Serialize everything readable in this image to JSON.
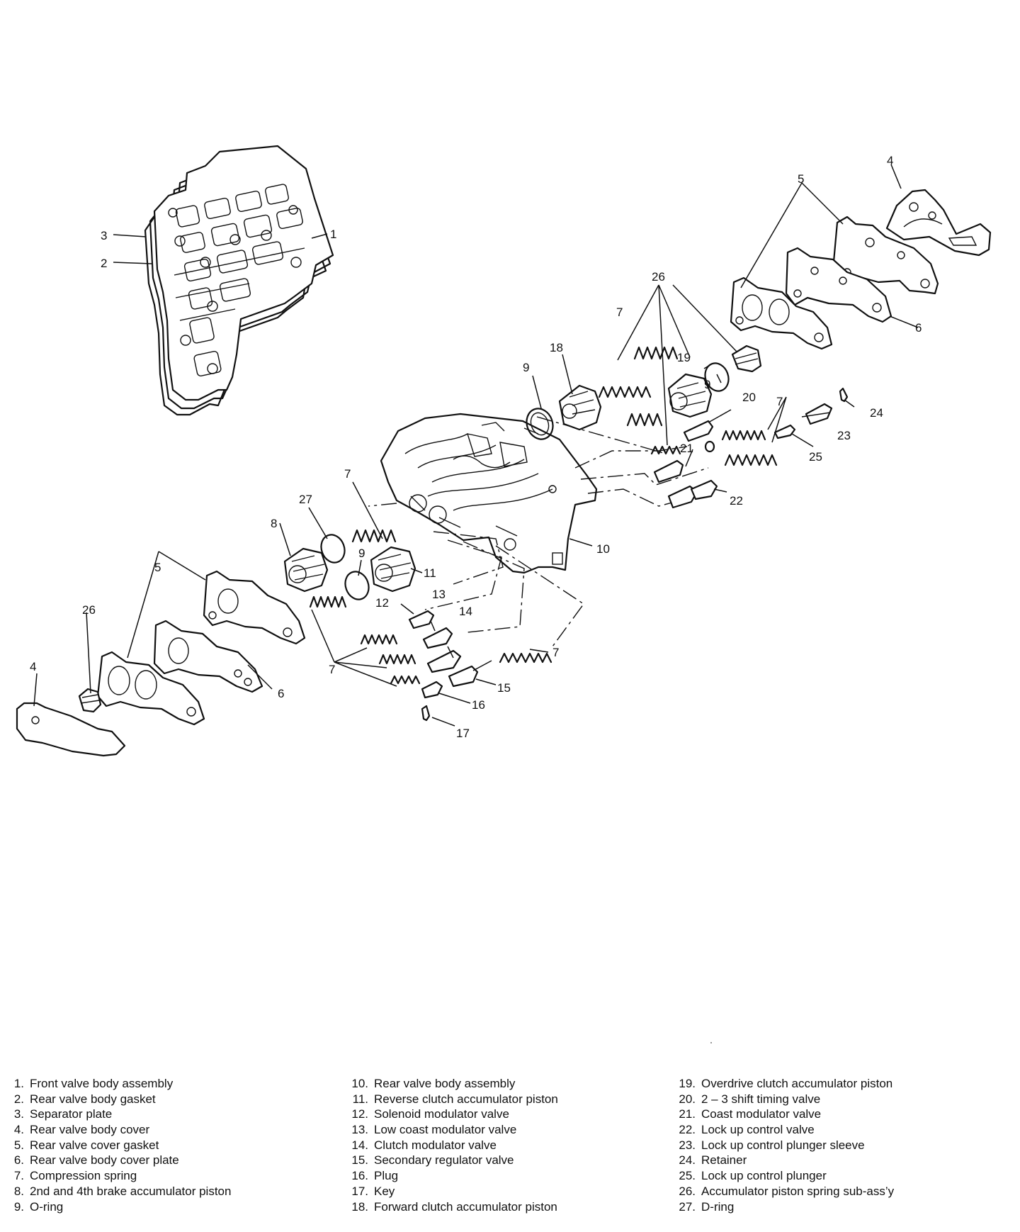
{
  "callouts": [
    {
      "id": "1",
      "text": "1"
    },
    {
      "id": "2",
      "text": "2"
    },
    {
      "id": "3",
      "text": "3"
    },
    {
      "id": "4",
      "text": "4"
    },
    {
      "id": "5",
      "text": "5"
    },
    {
      "id": "6",
      "text": "6"
    },
    {
      "id": "7",
      "text": "7"
    },
    {
      "id": "8",
      "text": "8"
    },
    {
      "id": "9",
      "text": "9"
    },
    {
      "id": "10",
      "text": "10"
    },
    {
      "id": "11",
      "text": "11"
    },
    {
      "id": "12",
      "text": "12"
    },
    {
      "id": "13",
      "text": "13"
    },
    {
      "id": "14",
      "text": "14"
    },
    {
      "id": "15",
      "text": "15"
    },
    {
      "id": "16",
      "text": "16"
    },
    {
      "id": "17",
      "text": "17"
    },
    {
      "id": "18",
      "text": "18"
    },
    {
      "id": "19",
      "text": "19"
    },
    {
      "id": "20",
      "text": "20"
    },
    {
      "id": "21",
      "text": "21"
    },
    {
      "id": "22",
      "text": "22"
    },
    {
      "id": "23",
      "text": "23"
    },
    {
      "id": "24",
      "text": "24"
    },
    {
      "id": "25",
      "text": "25"
    },
    {
      "id": "26",
      "text": "26"
    },
    {
      "id": "27",
      "text": "27"
    }
  ],
  "legend": {
    "columns": [
      [
        {
          "num": "1.",
          "label": "Front valve body assembly"
        },
        {
          "num": "2.",
          "label": "Rear valve body gasket"
        },
        {
          "num": "3.",
          "label": "Separator plate"
        },
        {
          "num": "4.",
          "label": "Rear valve body cover"
        },
        {
          "num": "5.",
          "label": "Rear valve cover gasket"
        },
        {
          "num": "6.",
          "label": "Rear valve body cover plate"
        },
        {
          "num": "7.",
          "label": "Compression spring"
        },
        {
          "num": "8.",
          "label": "2nd and 4th brake accumulator piston"
        },
        {
          "num": "9.",
          "label": "O-ring"
        }
      ],
      [
        {
          "num": "10.",
          "label": "Rear valve body assembly"
        },
        {
          "num": "11.",
          "label": "Reverse clutch accumulator piston"
        },
        {
          "num": "12.",
          "label": "Solenoid modulator valve"
        },
        {
          "num": "13.",
          "label": "Low coast modulator valve"
        },
        {
          "num": "14.",
          "label": "Clutch modulator valve"
        },
        {
          "num": "15.",
          "label": "Secondary regulator valve"
        },
        {
          "num": "16.",
          "label": "Plug"
        },
        {
          "num": "17.",
          "label": "Key"
        },
        {
          "num": "18.",
          "label": "Forward clutch accumulator piston"
        }
      ],
      [
        {
          "num": "19.",
          "label": "Overdrive clutch accumulator piston"
        },
        {
          "num": "20.",
          "label": "2 – 3 shift timing valve"
        },
        {
          "num": "21.",
          "label": "Coast modulator valve"
        },
        {
          "num": "22.",
          "label": "Lock up control valve"
        },
        {
          "num": "23.",
          "label": "Lock up control plunger sleeve"
        },
        {
          "num": "24.",
          "label": "Retainer"
        },
        {
          "num": "25.",
          "label": "Lock up control plunger"
        },
        {
          "num": "26.",
          "label": "Accumulator piston spring sub-ass’y"
        },
        {
          "num": "27.",
          "label": "D-ring"
        }
      ]
    ]
  }
}
